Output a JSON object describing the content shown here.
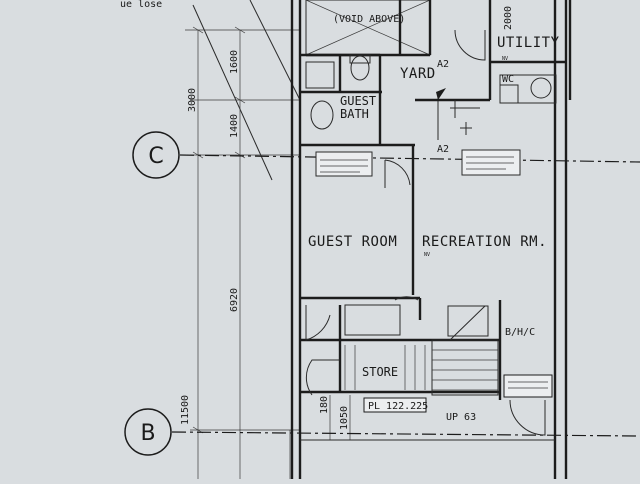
{
  "top_fragment": "ue lose",
  "rooms": {
    "void_above": "(VOID ABOVE)",
    "utility": "UTILITY",
    "yard": "YARD",
    "guest_bath_line1": "GUEST",
    "guest_bath_line2": "BATH",
    "wc": "WC",
    "guest_room": "GUEST ROOM",
    "recreation": "RECREATION RM.",
    "store": "STORE",
    "right_small": "B/H/C"
  },
  "markers": {
    "a2_top": "A2",
    "a2_bottom": "A2",
    "nv1": "NV",
    "nv2": "NV"
  },
  "dimensions": {
    "d3000": "3000",
    "d1600": "1600",
    "d1400": "1400",
    "d6920": "6920",
    "d11500": "11500",
    "d1050": "1050",
    "d180": "180",
    "d2000": "2000"
  },
  "grid_bubbles": {
    "c": "C",
    "b": "B"
  },
  "level_tag": "PL 122.225",
  "stair_label": "UP 63"
}
